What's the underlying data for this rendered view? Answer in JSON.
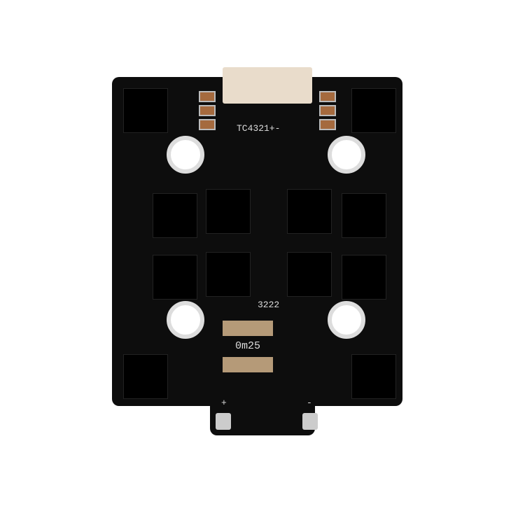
{
  "labels": {
    "connector": "TC4321+-",
    "inductor": "0m25",
    "code": "3222",
    "plus": "+",
    "minus": "-"
  }
}
